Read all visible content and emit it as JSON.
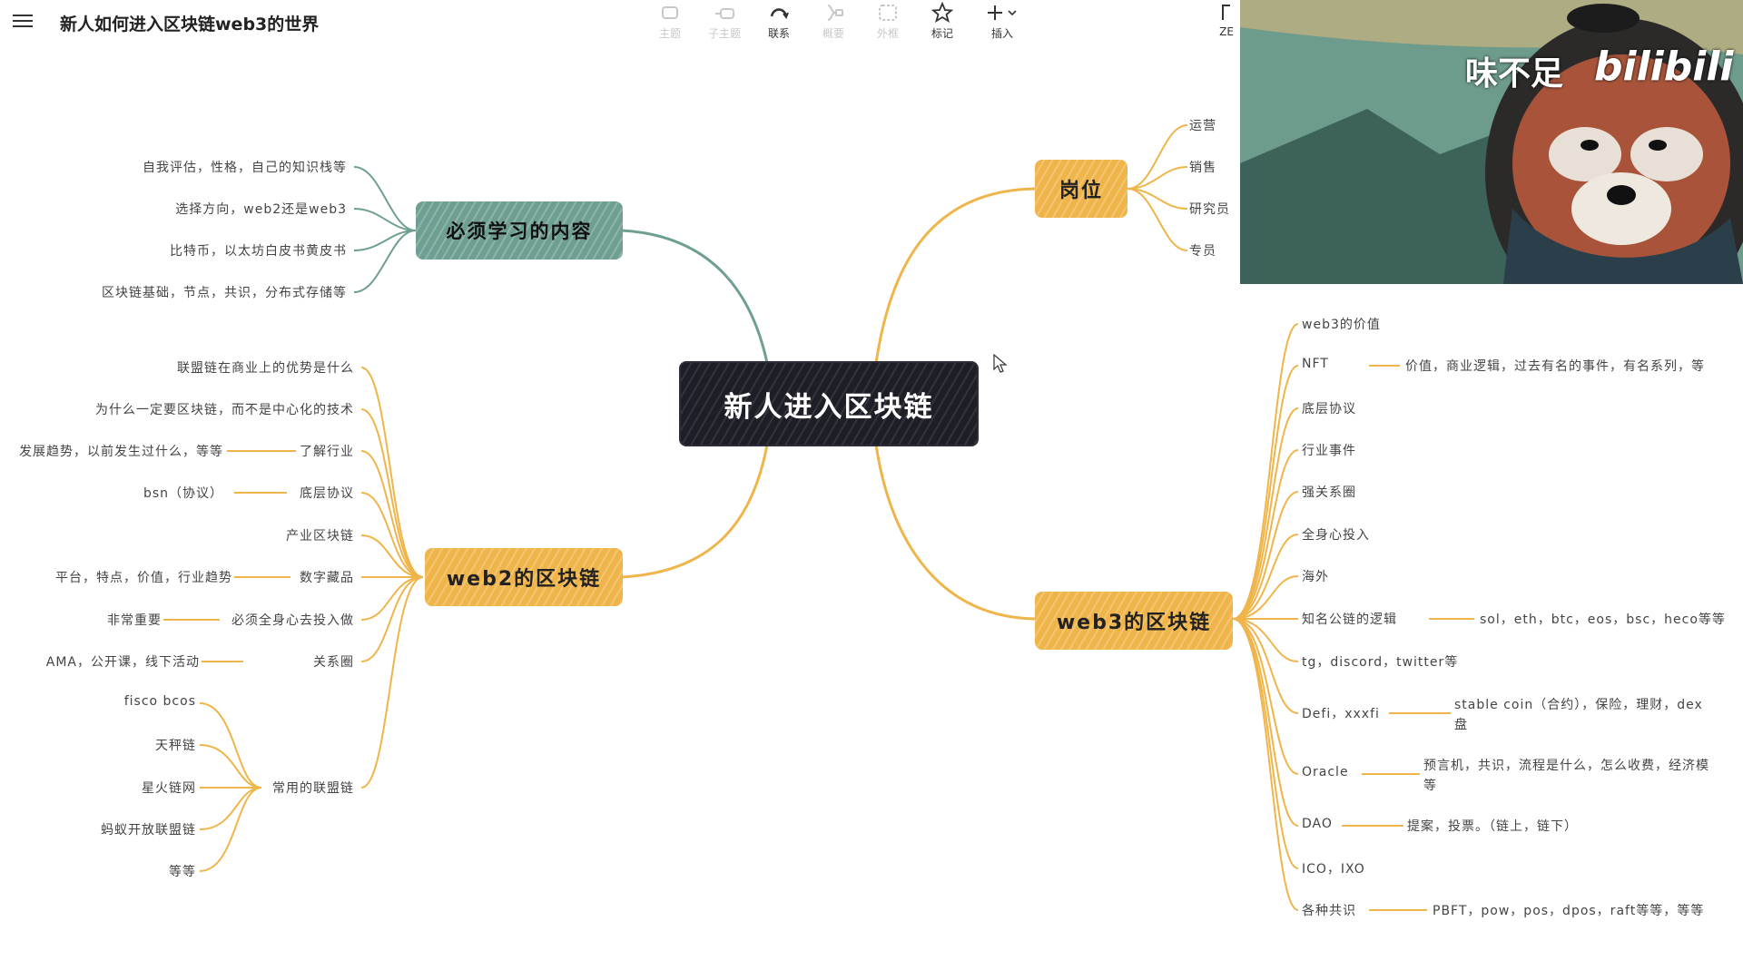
{
  "header": {
    "title": "新人如何进入区块链web3的世界"
  },
  "toolbar": [
    {
      "label": "主题",
      "icon": "topic-icon",
      "enabled": false
    },
    {
      "label": "子主题",
      "icon": "subtopic-icon",
      "enabled": false
    },
    {
      "label": "联系",
      "icon": "relationship-icon",
      "enabled": true
    },
    {
      "label": "概要",
      "icon": "summary-icon",
      "enabled": false
    },
    {
      "label": "外框",
      "icon": "boundary-icon",
      "enabled": false
    },
    {
      "label": "标记",
      "icon": "star-icon",
      "enabled": true
    },
    {
      "label": "插入",
      "icon": "plus-icon",
      "enabled": true
    },
    {
      "label": "ZE",
      "icon": "zen-icon",
      "enabled": true
    }
  ],
  "video": {
    "watermark_text": "味不足",
    "watermark_logo": "bilibili"
  },
  "mindmap": {
    "root": "新人进入区块链",
    "branches": {
      "study": {
        "label": "必须学习的内容",
        "items": [
          "自我评估，性格，自己的知识栈等",
          "选择方向，web2还是web3",
          "比特币，以太坊白皮书黄皮书",
          "区块链基础，节点，共识，分布式存储等"
        ]
      },
      "jobs": {
        "label": "岗位",
        "items": [
          "运营",
          "销售",
          "研究员",
          "专员"
        ]
      },
      "web2": {
        "label": "web2的区块链",
        "items": [
          {
            "text": "联盟链在商业上的优势是什么"
          },
          {
            "text": "为什么一定要区块链，而不是中心化的技术"
          },
          {
            "text": "了解行业",
            "detail": "发展趋势，以前发生过什么，等等"
          },
          {
            "text": "底层协议",
            "detail": "bsn（协议）"
          },
          {
            "text": "产业区块链"
          },
          {
            "text": "数字藏品",
            "detail": "平台，特点，价值，行业趋势"
          },
          {
            "text": "必须全身心去投入做",
            "detail": "非常重要"
          },
          {
            "text": "关系圈",
            "detail": "AMA，公开课，线下活动"
          },
          {
            "text": "常用的联盟链",
            "children": [
              "fisco bcos",
              "天秤链",
              "星火链网",
              "蚂蚁开放联盟链",
              "等等"
            ]
          }
        ]
      },
      "web3": {
        "label": "web3的区块链",
        "items": [
          {
            "text": "web3的价值"
          },
          {
            "text": "NFT",
            "detail": "价值，商业逻辑，过去有名的事件，有名系列，等"
          },
          {
            "text": "底层协议"
          },
          {
            "text": "行业事件"
          },
          {
            "text": "强关系圈"
          },
          {
            "text": "全身心投入"
          },
          {
            "text": "海外"
          },
          {
            "text": "知名公链的逻辑",
            "detail": "sol，eth，btc，eos，bsc，heco等等"
          },
          {
            "text": "tg，discord，twitter等"
          },
          {
            "text": "Defi，xxxfi",
            "detail": "stable coin（合约），保险，理财，dex",
            "detail2": "盘"
          },
          {
            "text": "Oracle",
            "detail": "预言机，共识，流程是什么，怎么收费，经济模",
            "detail2": "等"
          },
          {
            "text": "DAO",
            "detail": "提案，投票。（链上，链下）"
          },
          {
            "text": "ICO，IXO"
          },
          {
            "text": "各种共识",
            "detail": "PBFT，pow，pos，dpos，raft等等，等等"
          }
        ]
      }
    }
  }
}
